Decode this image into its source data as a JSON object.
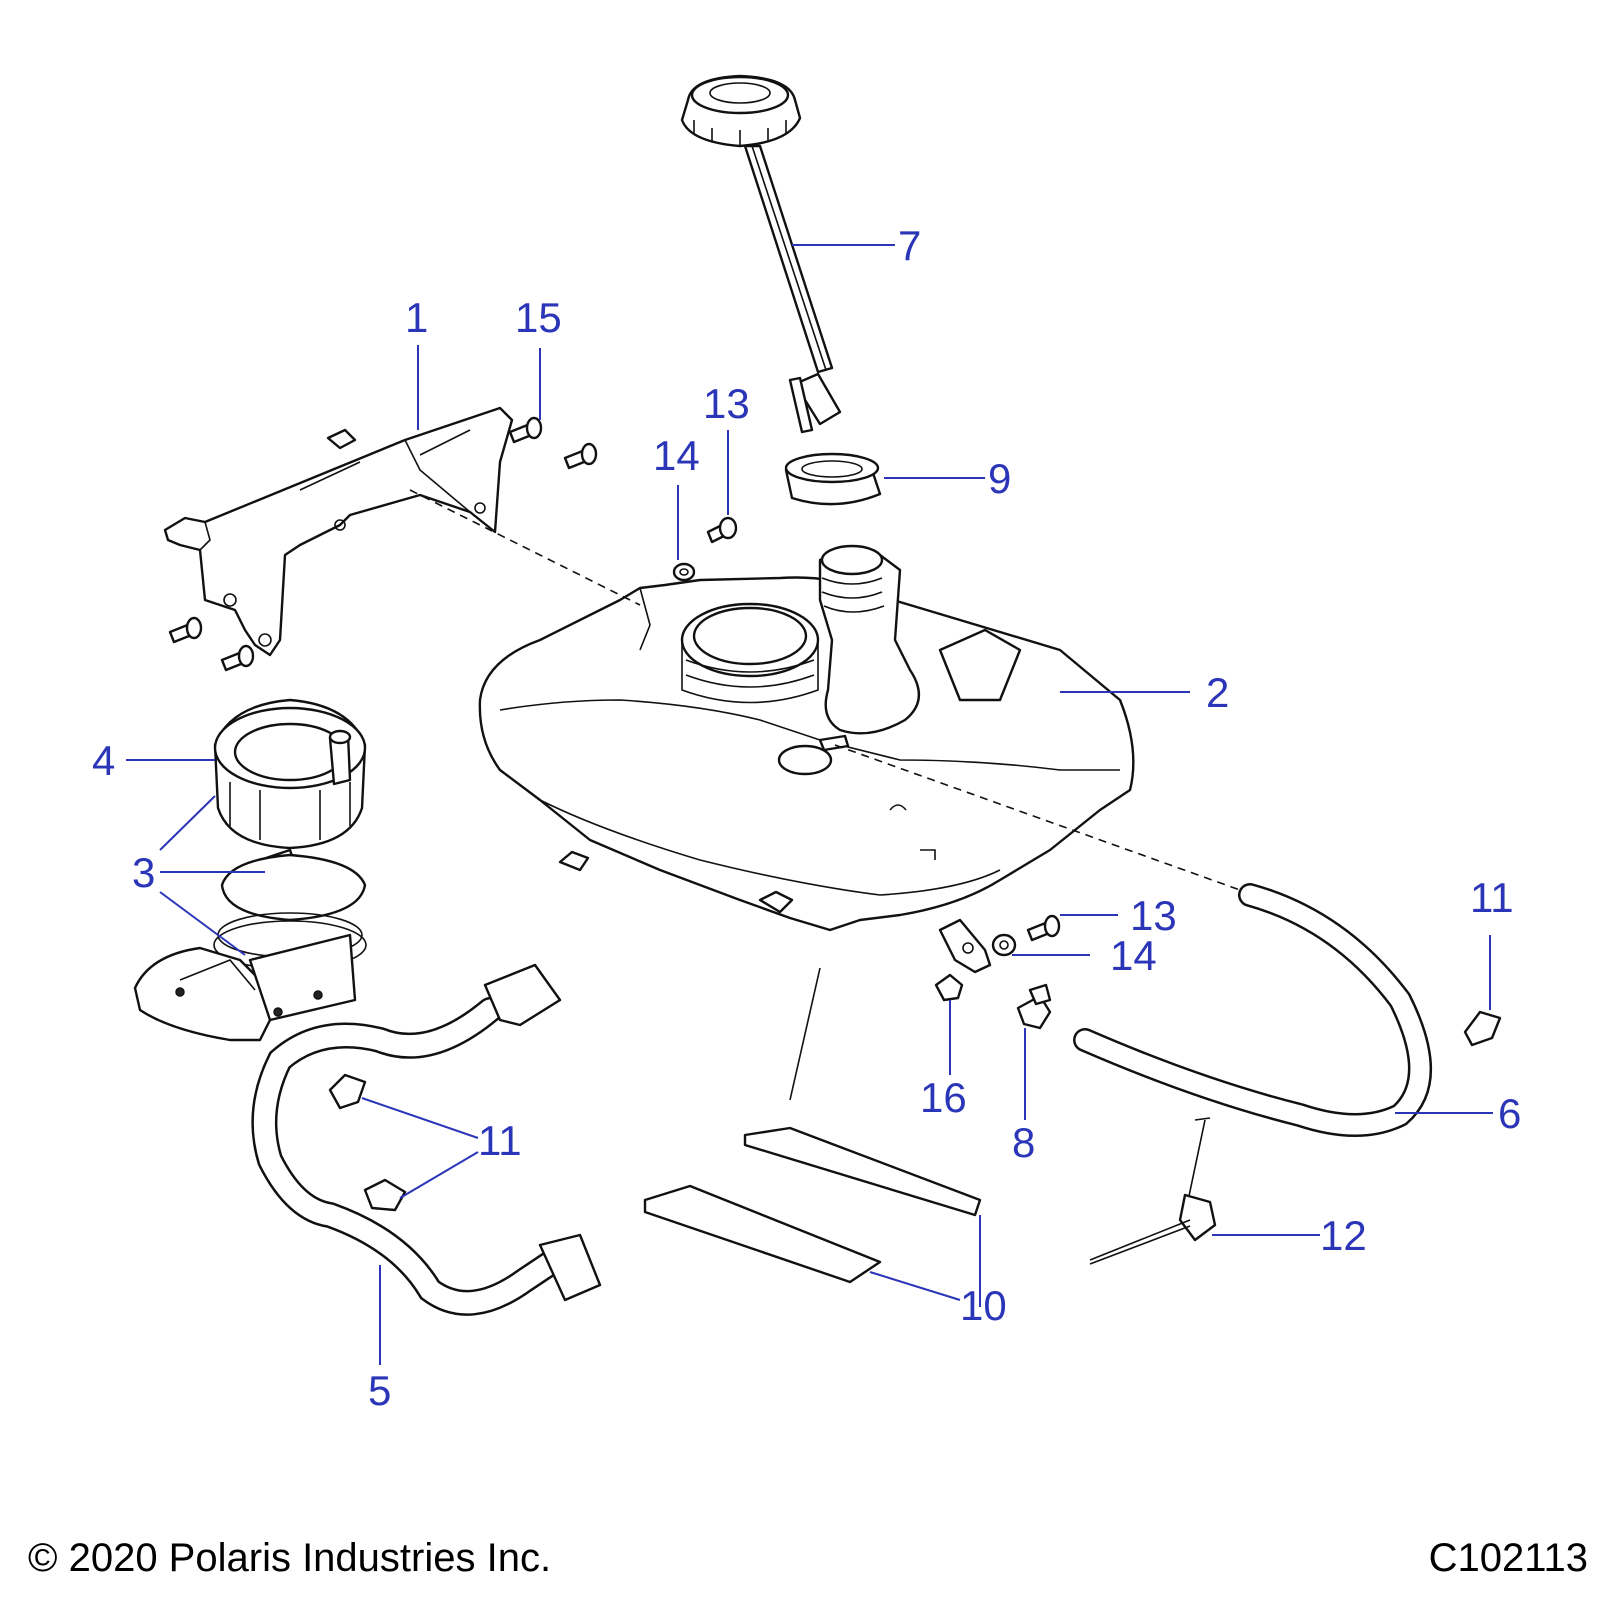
{
  "diagram": {
    "callouts": {
      "c1": "1",
      "c2": "2",
      "c3": "3",
      "c4": "4",
      "c5": "5",
      "c6": "6",
      "c7": "7",
      "c8": "8",
      "c9": "9",
      "c10": "10",
      "c11_right": "11",
      "c11_left": "11",
      "c12": "12",
      "c13_top": "13",
      "c13_right": "13",
      "c14_top": "14",
      "c14_right": "14",
      "c15": "15",
      "c16": "16"
    },
    "colors": {
      "callout": "#2a35b8",
      "line": "#111111",
      "part_fill": "#f4f4f4"
    }
  },
  "footer": {
    "copyright": "© 2020 Polaris Industries Inc.",
    "figure_id": "C102113"
  }
}
